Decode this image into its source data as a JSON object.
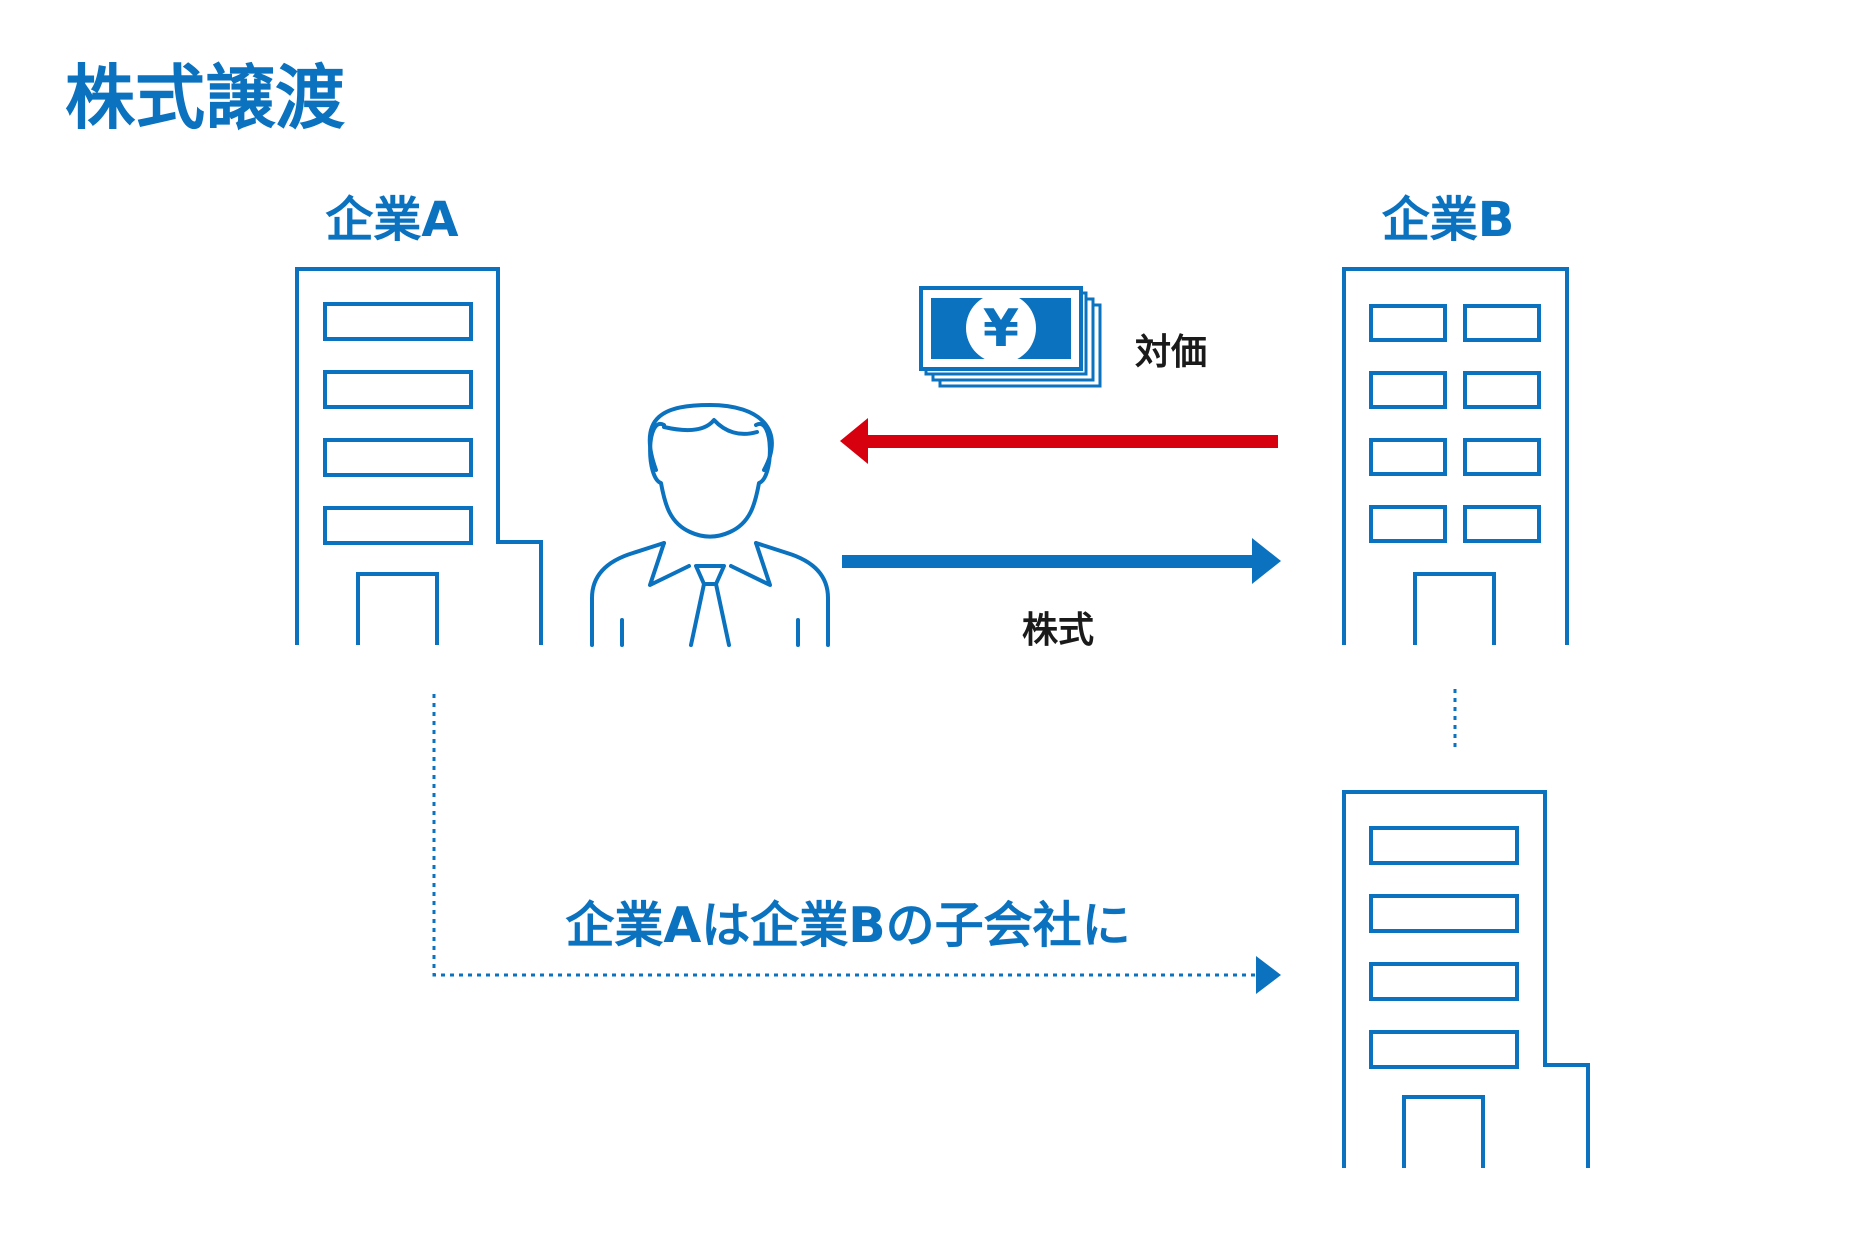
{
  "title": "株式譲渡",
  "company_a": {
    "label": "企業A"
  },
  "company_b": {
    "label": "企業B"
  },
  "payment": {
    "label": "対価",
    "symbol": "¥"
  },
  "shares": {
    "label": "株式"
  },
  "result": {
    "label": "企業Aは企業Bの子会社に"
  },
  "colors": {
    "primary_blue": "#0a72be",
    "arrow_red": "#d7000f",
    "text_dark": "#1a1a1a",
    "background": "#ffffff"
  },
  "icons": [
    "building-icon",
    "person-icon",
    "yen-banknote-icon"
  ]
}
